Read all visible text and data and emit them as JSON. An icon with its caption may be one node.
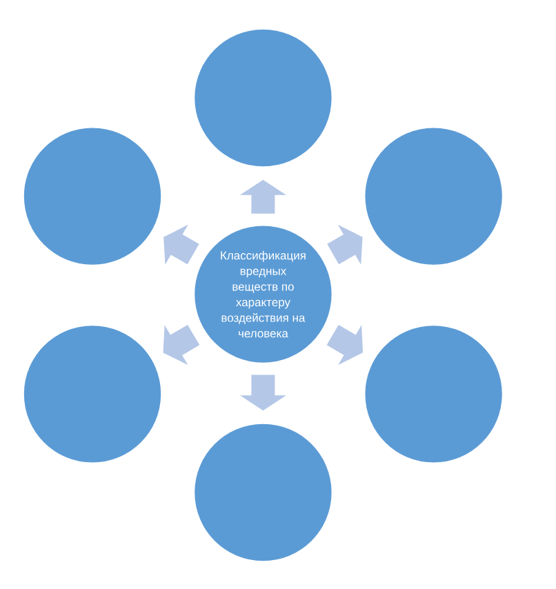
{
  "diagram": {
    "nodes": [
      {
        "text": [],
        "shape": "circle"
      },
      {
        "text": [],
        "shape": "circle"
      },
      {
        "text": [],
        "shape": "circle"
      },
      {
        "text": [
          "Классификация вредных веществ по характеру воздействия на человека"
        ]
      },
      {
        "text": [],
        "shape": "circle"
      },
      {
        "text": [],
        "shape": "circle"
      },
      {
        "text": [],
        "shape": "circle"
      }
    ],
    "edges": [
      {
        "from": 3,
        "to": 0,
        "arrow": "to"
      },
      {
        "from": 3,
        "to": 1,
        "arrow": "to"
      },
      {
        "from": 3,
        "to": 2,
        "arrow": "to"
      },
      {
        "from": 3,
        "to": 4,
        "arrow": "to"
      },
      {
        "from": 3,
        "to": 5,
        "arrow": "to"
      },
      {
        "from": 3,
        "to": 6,
        "arrow": "to"
      }
    ]
  }
}
